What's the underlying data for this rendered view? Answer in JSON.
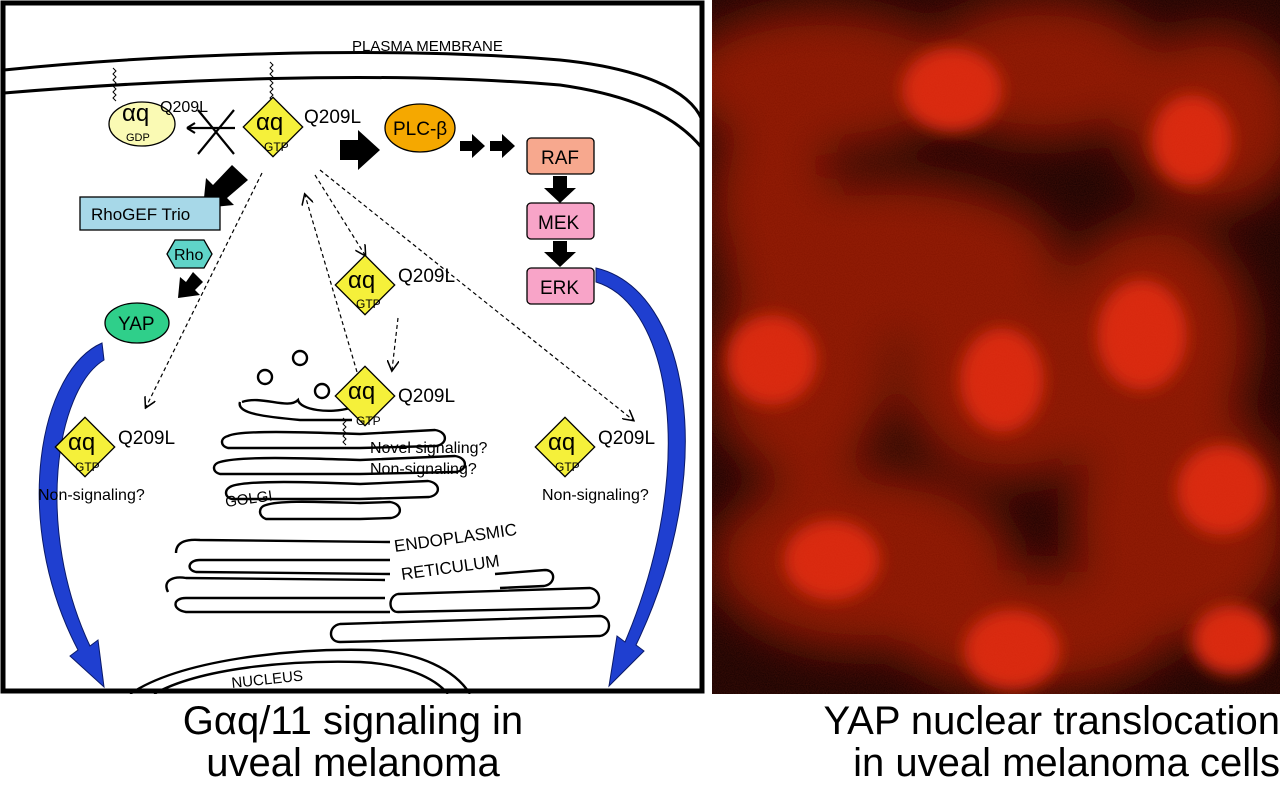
{
  "diagram": {
    "plasma_membrane_label": "PLASMA MEMBRANE",
    "alpha_q": "αq",
    "mutation": "Q209L",
    "gdp": "GDP",
    "gtp": "GTP",
    "plc": "PLC-β",
    "raf": "RAF",
    "mek": "MEK",
    "erk": "ERK",
    "rhogef": "RhoGEF Trio",
    "rho": "Rho",
    "yap": "YAP",
    "novel_signaling": "Novel signaling?",
    "non_signaling": "Non-signaling?",
    "golgi_label": "GOLGI",
    "er_label_1": "ENDOPLASMIC",
    "er_label_2": "RETICULUM",
    "nucleus_label": "NUCLEUS",
    "colors": {
      "alpha_diamond": "#f5f03a",
      "alpha_gdp_ellipse": "#fafab4",
      "plc": "#f5a800",
      "raf": "#f7a88e",
      "mek_erk": "#f8a4c8",
      "rhogef": "#a7d8e8",
      "rho": "#5fd4c8",
      "yap": "#2fcf8a",
      "blue_arrow": "#1f3fd0"
    }
  },
  "caption_left": {
    "prefix": "G",
    "alpha": "α",
    "line1_rest": "q/11 signaling in",
    "line2": "uveal melanoma"
  },
  "caption_right": {
    "line1": "YAP nuclear translocation",
    "line2": "in uveal melanoma cells"
  },
  "micrograph": {
    "colors": {
      "background": "#150000",
      "cytoplasm": "#9a1a08",
      "nucleus": "#e0280e"
    }
  }
}
